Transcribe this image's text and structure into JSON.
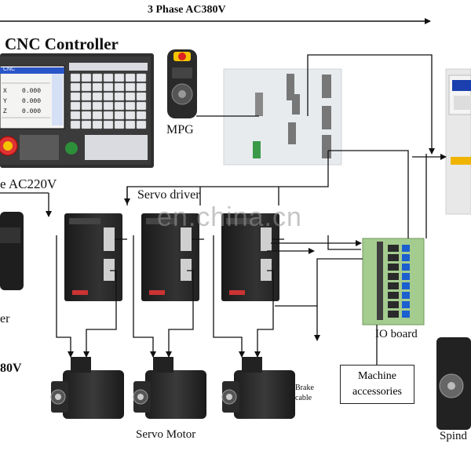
{
  "labels": {
    "power_top": "3 Phase AC380V",
    "cnc_title": "CNC Controller",
    "mpg": "MPG",
    "ac220": "e AC220V",
    "servo_driver": "Servo driver",
    "io_board": "IO board",
    "machine_accessories_line1": "Machine",
    "machine_accessories_line2": "accessories",
    "brake_line1": "Brake",
    "brake_line2": "cable",
    "servo_motor": "Servo Motor",
    "spindle": "Spind",
    "left_er": "er",
    "left_380v": "80V"
  },
  "controller_screen": {
    "header": "CNC",
    "axes": [
      {
        "axis": "X",
        "value": "0.000"
      },
      {
        "axis": "Y",
        "value": "0.000"
      },
      {
        "axis": "Z",
        "value": "0.000"
      }
    ]
  },
  "watermark": "en.china.cn",
  "colors": {
    "line": "#111111",
    "device_dark": "#2b2b2b",
    "board_green": "#8fbf7a",
    "inverter_body": "#e8e8e8",
    "display_blue": "#2a55c8"
  }
}
